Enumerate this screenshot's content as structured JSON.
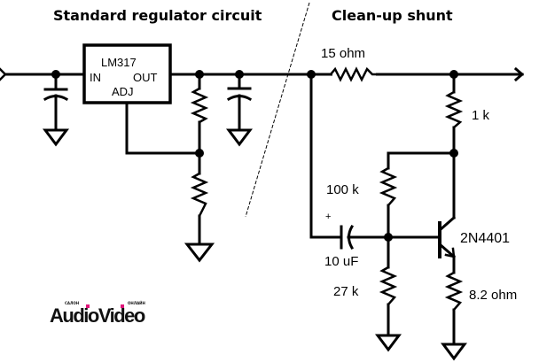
{
  "titles": {
    "left": "Standard regulator circuit",
    "right": "Clean-up shunt"
  },
  "regulator": {
    "name": "LM317",
    "pin_in": "IN",
    "pin_out": "OUT",
    "pin_adj": "ADJ"
  },
  "components": {
    "series_resistor": "15 ohm",
    "r_collector": "1 k",
    "r_bias_top": "100 k",
    "capacitor": "10 uF",
    "cap_polarity": "+",
    "r_bias_bottom": "27 k",
    "transistor": "2N4401",
    "r_emitter": "8.2 ohm"
  },
  "logo": {
    "main_prefix": "Aud",
    "main_i1": "i",
    "main_mid": "oV",
    "main_i2": "i",
    "main_suffix": "deo",
    "top_left": "САЛОН",
    "top_right": "ОНЛАЙН",
    "accent_color": "#e0157a"
  }
}
